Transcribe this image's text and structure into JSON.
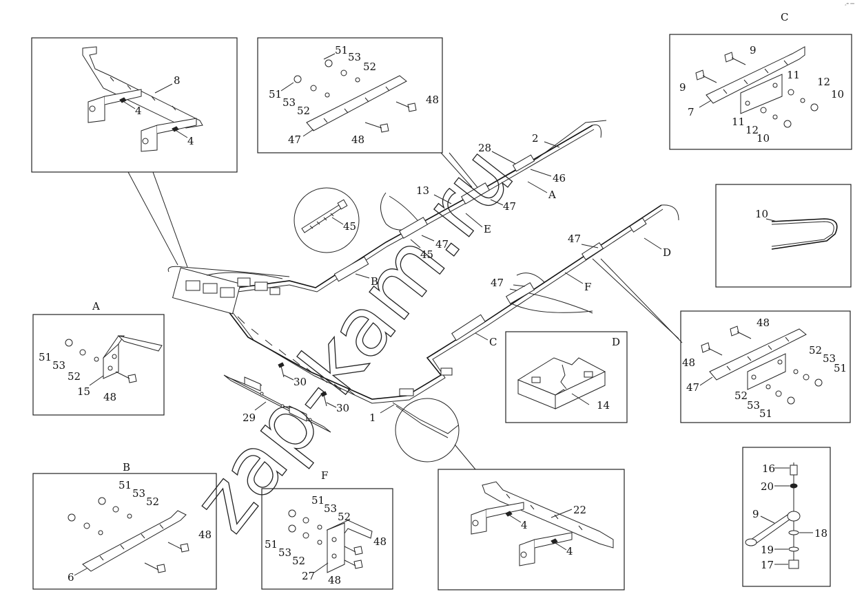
{
  "corner_mark": "ₒᵃᵏ ᵃᵃᵃ",
  "watermark": "zap-kam.ru",
  "panels": {
    "p8": {
      "labels": [
        "8",
        "4",
        "4"
      ]
    },
    "pTop": {
      "labels": [
        "51",
        "53",
        "52",
        "51",
        "53",
        "52",
        "48",
        "47",
        "48"
      ]
    },
    "pC": {
      "title": "C",
      "labels": [
        "9",
        "9",
        "11",
        "12",
        "10",
        "7",
        "11",
        "12",
        "10"
      ]
    },
    "p10": {
      "labels": [
        "10"
      ]
    },
    "pA": {
      "title": "A",
      "labels": [
        "51",
        "53",
        "52",
        "15",
        "48"
      ]
    },
    "pD": {
      "title": "D",
      "labels": [
        "14"
      ]
    },
    "pR": {
      "labels": [
        "48",
        "48",
        "52",
        "53",
        "51",
        "47",
        "52",
        "53",
        "51"
      ]
    },
    "pB": {
      "title": "B",
      "labels": [
        "51",
        "53",
        "52",
        "48",
        "6"
      ]
    },
    "pF": {
      "title": "F",
      "labels": [
        "51",
        "53",
        "52",
        "51",
        "53",
        "52",
        "48",
        "27",
        "48"
      ]
    },
    "p22": {
      "labels": [
        "22",
        "4",
        "4"
      ]
    },
    "pLink": {
      "labels": [
        "16",
        "20",
        "9",
        "18",
        "19",
        "17"
      ]
    },
    "circle45": {
      "labels": [
        "45"
      ]
    }
  },
  "main_labels": [
    "28",
    "2",
    "46",
    "A",
    "13",
    "47",
    "E",
    "47",
    "45",
    "B",
    "47",
    "D",
    "47",
    "F",
    "C",
    "30",
    "30",
    "29",
    "1"
  ]
}
